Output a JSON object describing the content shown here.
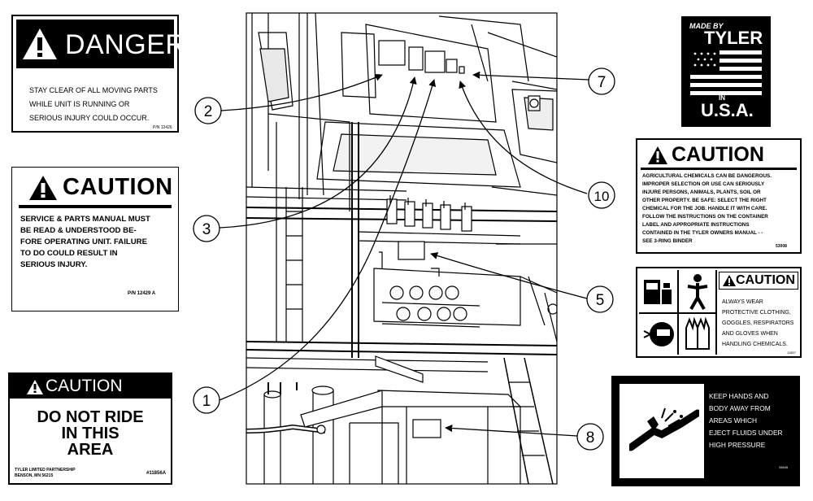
{
  "decals": {
    "danger": {
      "signal": "DANGER",
      "lines": [
        "STAY CLEAR OF ALL MOVING PARTS",
        "WHILE UNIT IS RUNNING OR",
        "SERIOUS INJURY COULD OCCUR."
      ],
      "part_no": "P/N 12426"
    },
    "caution_manual": {
      "signal": "CAUTION",
      "lines": [
        "SERVICE & PARTS MANUAL MUST",
        "BE READ & UNDERSTOOD BE-",
        "FORE OPERATING UNIT. FAILURE",
        "TO DO COULD RESULT IN",
        "SERIOUS INJURY."
      ],
      "part_no": "P/N 12429 A"
    },
    "caution_ride": {
      "signal": "CAUTION",
      "lines": [
        "DO NOT RIDE",
        "IN THIS",
        "AREA"
      ],
      "company": [
        "TYLER LIMITED PARTNERSHIP",
        "BENSON, MN 56215"
      ],
      "part_no": "#11856A"
    },
    "made_by": {
      "line1": "MADE BY",
      "line2": "TYLER",
      "line3": "IN",
      "line4": "U.S.A."
    },
    "caution_chemicals": {
      "signal": "CAUTION",
      "lines": [
        "AGRICULTURAL CHEMICALS CAN BE DANGEROUS.",
        "IMPROPER SELECTION OR USE CAN SERIOUSLY",
        "INJURE PERSONS, ANIMALS, PLANTS, SOIL OR",
        "OTHER PROPERTY.  BE SAFE:  SELECT THE RIGHT",
        "CHEMICAL FOR THE JOB.  HANDLE IT WITH CARE.",
        "FOLLOW THE INSTRUCTIONS ON THE CONTAINER",
        "LABEL AND APPROPRIATE INSTRUCTIONS",
        "CONTAINED IN THE TYLER OWNERS MANUAL - -",
        "SEE 3-RING BINDER"
      ],
      "part_no": "53008"
    },
    "caution_wear": {
      "signal": "CAUTION",
      "lines": [
        "ALWAYS WEAR",
        "PROTECTIVE CLOTHING,",
        "GOGGLES, RESPIRATORS",
        "AND GLOVES WHEN",
        "HANDLING CHEMICALS."
      ],
      "part_no": "11857"
    },
    "hands": {
      "lines": [
        "KEEP HANDS AND",
        "BODY AWAY FROM",
        "AREAS WHICH",
        "EJECT FLUIDS UNDER",
        "HIGH PRESSURE"
      ],
      "part_no": "28645"
    }
  },
  "callouts": [
    "2",
    "3",
    "1",
    "7",
    "10",
    "5",
    "8"
  ],
  "icons": [
    "warning-triangle-icon",
    "flag-icon",
    "goggles-icon",
    "person-icon",
    "helmet-icon",
    "gloves-icon",
    "hand-spray-icon"
  ]
}
